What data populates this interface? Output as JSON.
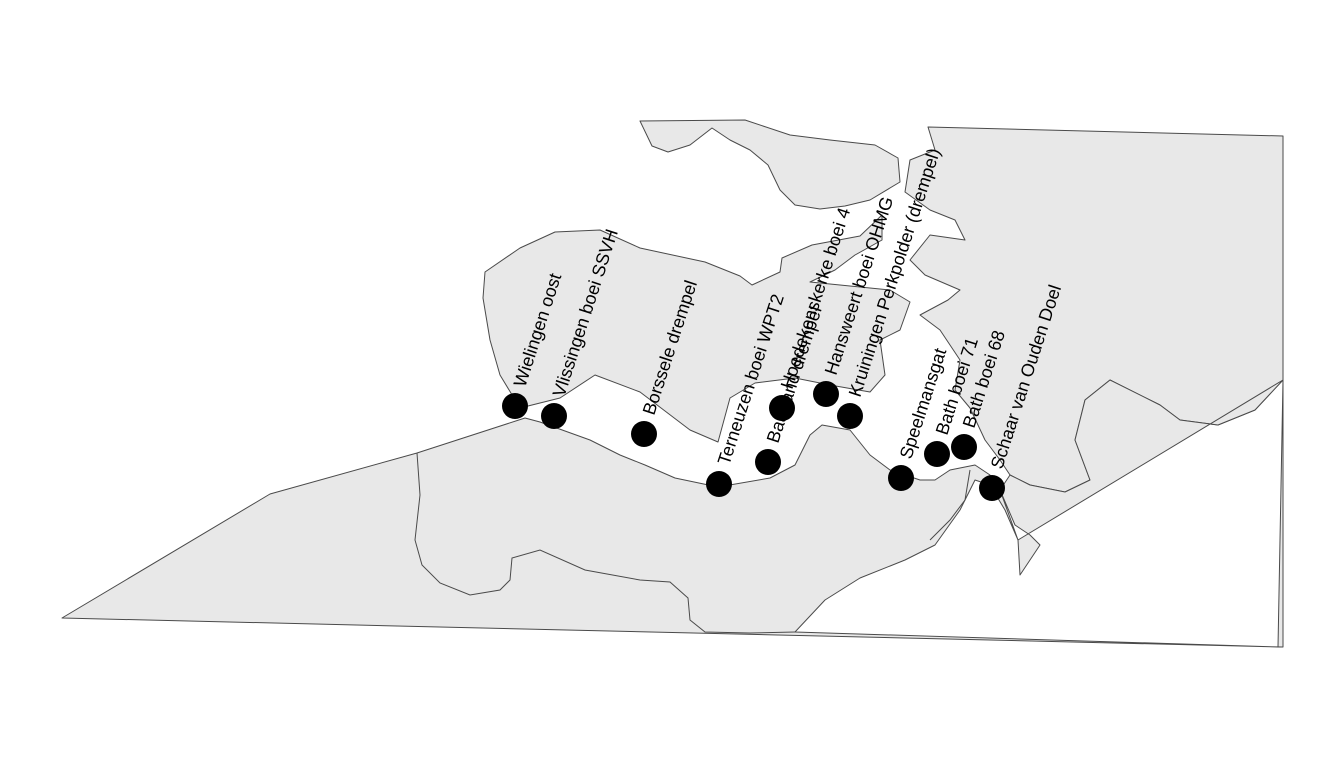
{
  "map": {
    "land_color": "#e8e8e8",
    "water_color": "#ffffff",
    "stations": [
      {
        "id": "wielingen-oost",
        "name": "Wielingen oost"
      },
      {
        "id": "vlissingen-boei-ssvh",
        "name": "Vlissingen boei SSVH"
      },
      {
        "id": "borssele-drempel",
        "name": "Borssele drempel"
      },
      {
        "id": "terneuzen-boei-wpt2",
        "name": "Terneuzen boei WPT2"
      },
      {
        "id": "baarland-drempel",
        "name": "Baarland drempel"
      },
      {
        "id": "hoedekenskerke-boei-4",
        "name": "Hoedekenskerke boei 4"
      },
      {
        "id": "hansweert-boei-ohmg",
        "name": "Hansweert boei OHMG"
      },
      {
        "id": "kruiningen-perkpolder-drempel",
        "name": "Kruiningen Perkpolder (drempel)"
      },
      {
        "id": "speelmansgat",
        "name": "Speelmansgat"
      },
      {
        "id": "bath-boei-71",
        "name": "Bath boei 71"
      },
      {
        "id": "bath-boei-68",
        "name": "Bath boei 68"
      },
      {
        "id": "schaar-van-ouden-doel",
        "name": "Schaar van Ouden Doel"
      }
    ]
  }
}
